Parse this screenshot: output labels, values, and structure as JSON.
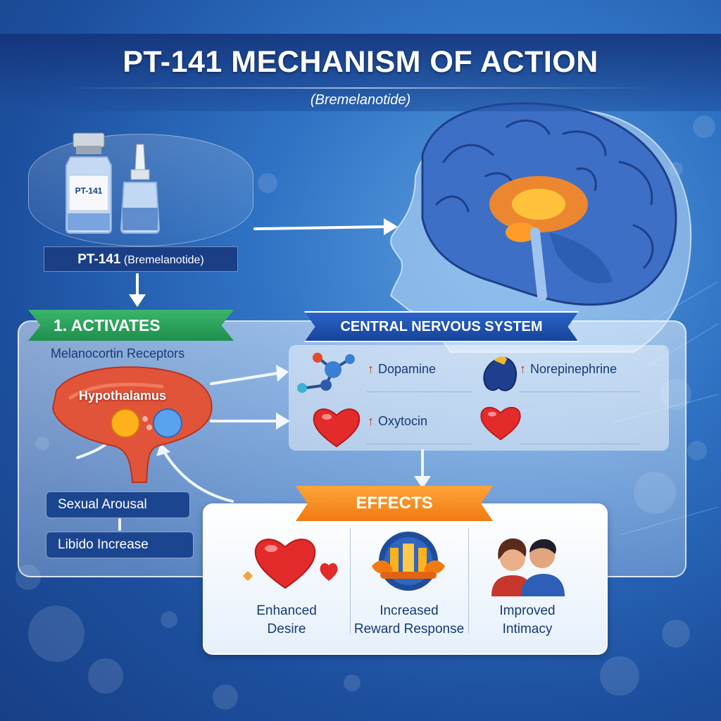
{
  "title": "PT-141 MECHANISM OF ACTION",
  "subtitle": "(Bremelanotide)",
  "drug": {
    "vial_label": "PT-141",
    "name_bold": "PT-141",
    "name_rest": " (Bremelanotide)"
  },
  "activates": {
    "banner": "1. ACTIVATES",
    "receptors": "Melanocortin Receptors",
    "organ": "Hypothalamus",
    "outcomes": [
      "Sexual Arousal",
      "Libido Increase"
    ]
  },
  "cns": {
    "banner": "CENTRAL NERVOUS SYSTEM",
    "neurotransmitters": [
      {
        "label": "Dopamine",
        "icon": "molecule-icon"
      },
      {
        "label": "Norepinephrine",
        "icon": "adrenal-icon"
      },
      {
        "label": "Oxytocin",
        "icon": "heart-icon"
      }
    ],
    "increase_symbol": "↑"
  },
  "effects": {
    "banner": "EFFECTS",
    "items": [
      {
        "line1": "Enhanced",
        "line2": "Desire",
        "icon": "heart-icon"
      },
      {
        "line1": "Increased",
        "line2": "Reward Response",
        "icon": "reward-icon"
      },
      {
        "line1": "Improved",
        "line2": "Intimacy",
        "icon": "couple-icon"
      }
    ]
  },
  "colors": {
    "green": "#1f8f4d",
    "blue": "#17449a",
    "orange": "#f07a10",
    "heart": "#e32b2b",
    "navy": "#163a75"
  }
}
